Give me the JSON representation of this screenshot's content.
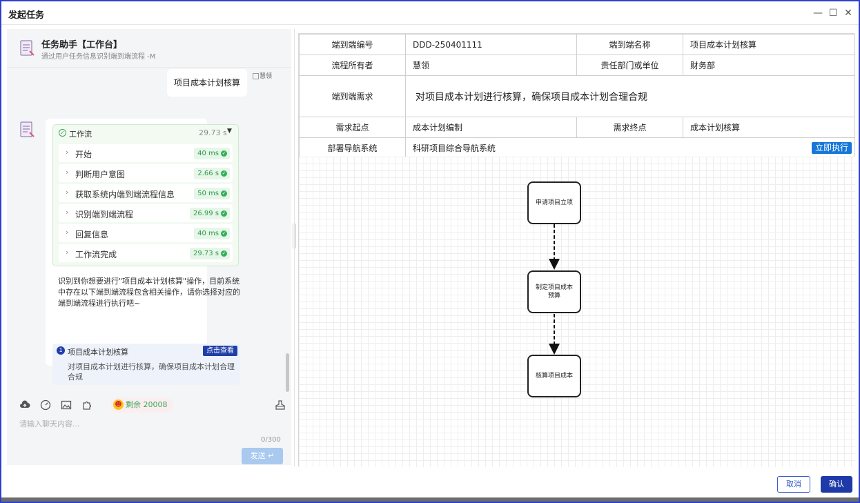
{
  "window": {
    "title": "发起任务",
    "minimize": "—",
    "maximize": "☐",
    "close": "✕"
  },
  "assistant": {
    "name": "任务助手【工作台】",
    "subtitle": "通过用户任务信息识别端到端流程 -M"
  },
  "user_message": {
    "text": "项目成本计划核算",
    "avatar_alt": "慧领"
  },
  "workflow": {
    "label": "工作流",
    "total_time": "29.73 s",
    "steps": [
      {
        "name": "开始",
        "time": "40 ms"
      },
      {
        "name": "判断用户意图",
        "time": "2.66 s"
      },
      {
        "name": "获取系统内端到端流程信息",
        "time": "50 ms"
      },
      {
        "name": "识别端到端流程",
        "time": "26.99 s"
      },
      {
        "name": "回复信息",
        "time": "40 ms"
      },
      {
        "name": "工作流完成",
        "time": "29.73 s"
      }
    ]
  },
  "reply": {
    "text": "识别到你想要进行\"项目成本计划核算\"操作，目前系统中存在以下端到端流程包含相关操作，请你选择对应的端到端流程进行执行吧~",
    "result": {
      "index": "1",
      "name": "项目成本计划核算",
      "view_button": "点击查看",
      "description": "对项目成本计划进行核算，确保项目成本计划合理合规"
    }
  },
  "composer": {
    "remaining": "剩余 20008",
    "placeholder": "请输入聊天内容...",
    "counter": "0/300",
    "send": "发送 ↵"
  },
  "info": {
    "id_label": "端到端编号",
    "id_value": "DDD-250401111",
    "name_label": "端到端名称",
    "name_value": "项目成本计划核算",
    "owner_label": "流程所有者",
    "owner_value": "慧领",
    "dept_label": "责任部门或单位",
    "dept_value": "财务部",
    "demand_label": "端到端需求",
    "demand_value": "对项目成本计划进行核算，确保项目成本计划合理合规",
    "start_label": "需求起点",
    "start_value": "成本计划编制",
    "end_label": "需求终点",
    "end_value": "成本计划核算",
    "nav_label": "部署导航系统",
    "nav_value": "科研项目综合导航系统",
    "exec_button": "立即执行"
  },
  "flow": {
    "nodes": [
      "申请项目立项",
      "制定项目成本预算",
      "核算项目成本"
    ]
  },
  "footer": {
    "cancel": "取消",
    "confirm": "确认"
  }
}
